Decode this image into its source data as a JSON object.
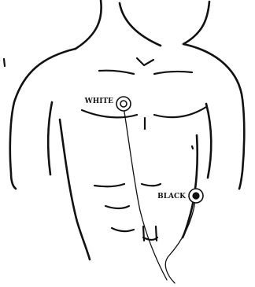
{
  "electrodes": [
    {
      "id": "white",
      "label": "WHITE",
      "fill_color": "#ffffff",
      "ring_color": "#111111"
    },
    {
      "id": "black",
      "label": "BLACK",
      "fill_color": "#111111",
      "ring_color": "#111111"
    }
  ],
  "colors": {
    "ink": "#111111",
    "background": "#ffffff"
  }
}
